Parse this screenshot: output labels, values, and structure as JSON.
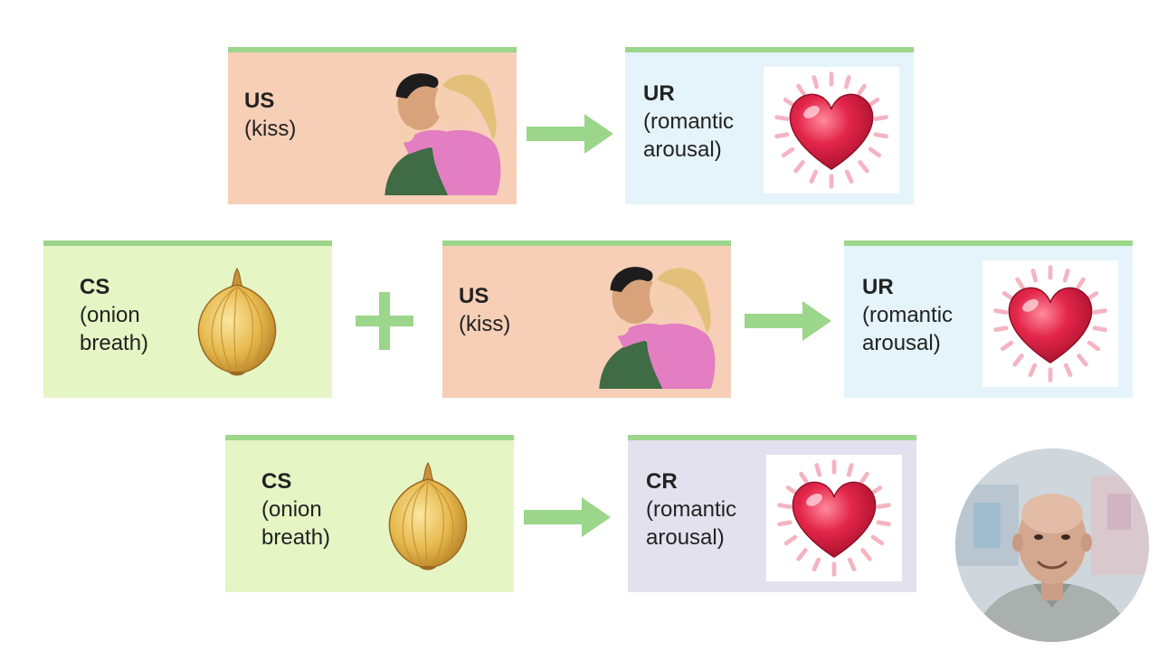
{
  "diagram": {
    "row1": {
      "us": {
        "term": "US",
        "desc_lines": [
          "(kiss)"
        ]
      },
      "ur": {
        "term": "UR",
        "desc_lines": [
          "(romantic",
          "arousal)"
        ]
      }
    },
    "row2": {
      "cs": {
        "term": "CS",
        "desc_lines": [
          "(onion",
          "breath)"
        ]
      },
      "us": {
        "term": "US",
        "desc_lines": [
          "(kiss)"
        ]
      },
      "ur": {
        "term": "UR",
        "desc_lines": [
          "(romantic",
          "arousal)"
        ]
      }
    },
    "row3": {
      "cs": {
        "term": "CS",
        "desc_lines": [
          "(onion",
          "breath)"
        ]
      },
      "cr": {
        "term": "CR",
        "desc_lines": [
          "(romantic",
          "arousal)"
        ]
      }
    }
  },
  "icons": {
    "arrow": "right-arrow-icon",
    "plus": "plus-icon",
    "kiss": "kissing-couple-illustration",
    "heart": "glowing-heart-illustration",
    "onion": "onion-illustration"
  },
  "colors": {
    "us_box": "#f6cfb6",
    "ur_box": "#e4f4fa",
    "cs_box": "#e5f5c4",
    "cr_box": "#e3e1ee",
    "accent_green": "#9bd68a"
  }
}
